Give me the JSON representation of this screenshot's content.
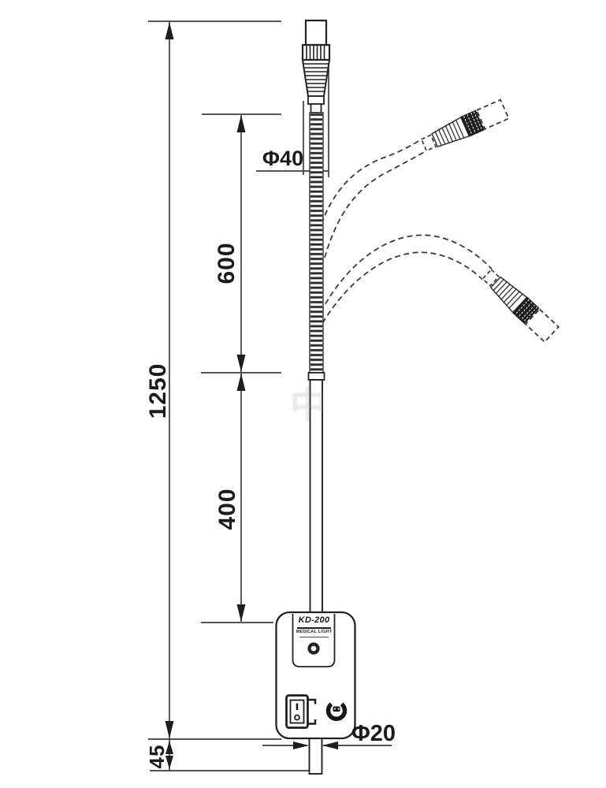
{
  "drawing": {
    "type": "technical-dimension-drawing",
    "subject": "gooseneck medical examination light",
    "colors": {
      "ink": "#242424",
      "dim_line": "#3d3d3d",
      "background": "#ffffff",
      "knurl_dark": "#1e1e1e"
    },
    "labels": {
      "total_height": "1250",
      "flex_section_length": "600",
      "rigid_section_length": "400",
      "base_offset": "45",
      "head_diameter": "Φ40",
      "pole_diameter": "Φ20"
    },
    "base_unit": {
      "model": "KD-200",
      "caption": "MEDICAL LIGHT"
    },
    "watermark": "中"
  }
}
